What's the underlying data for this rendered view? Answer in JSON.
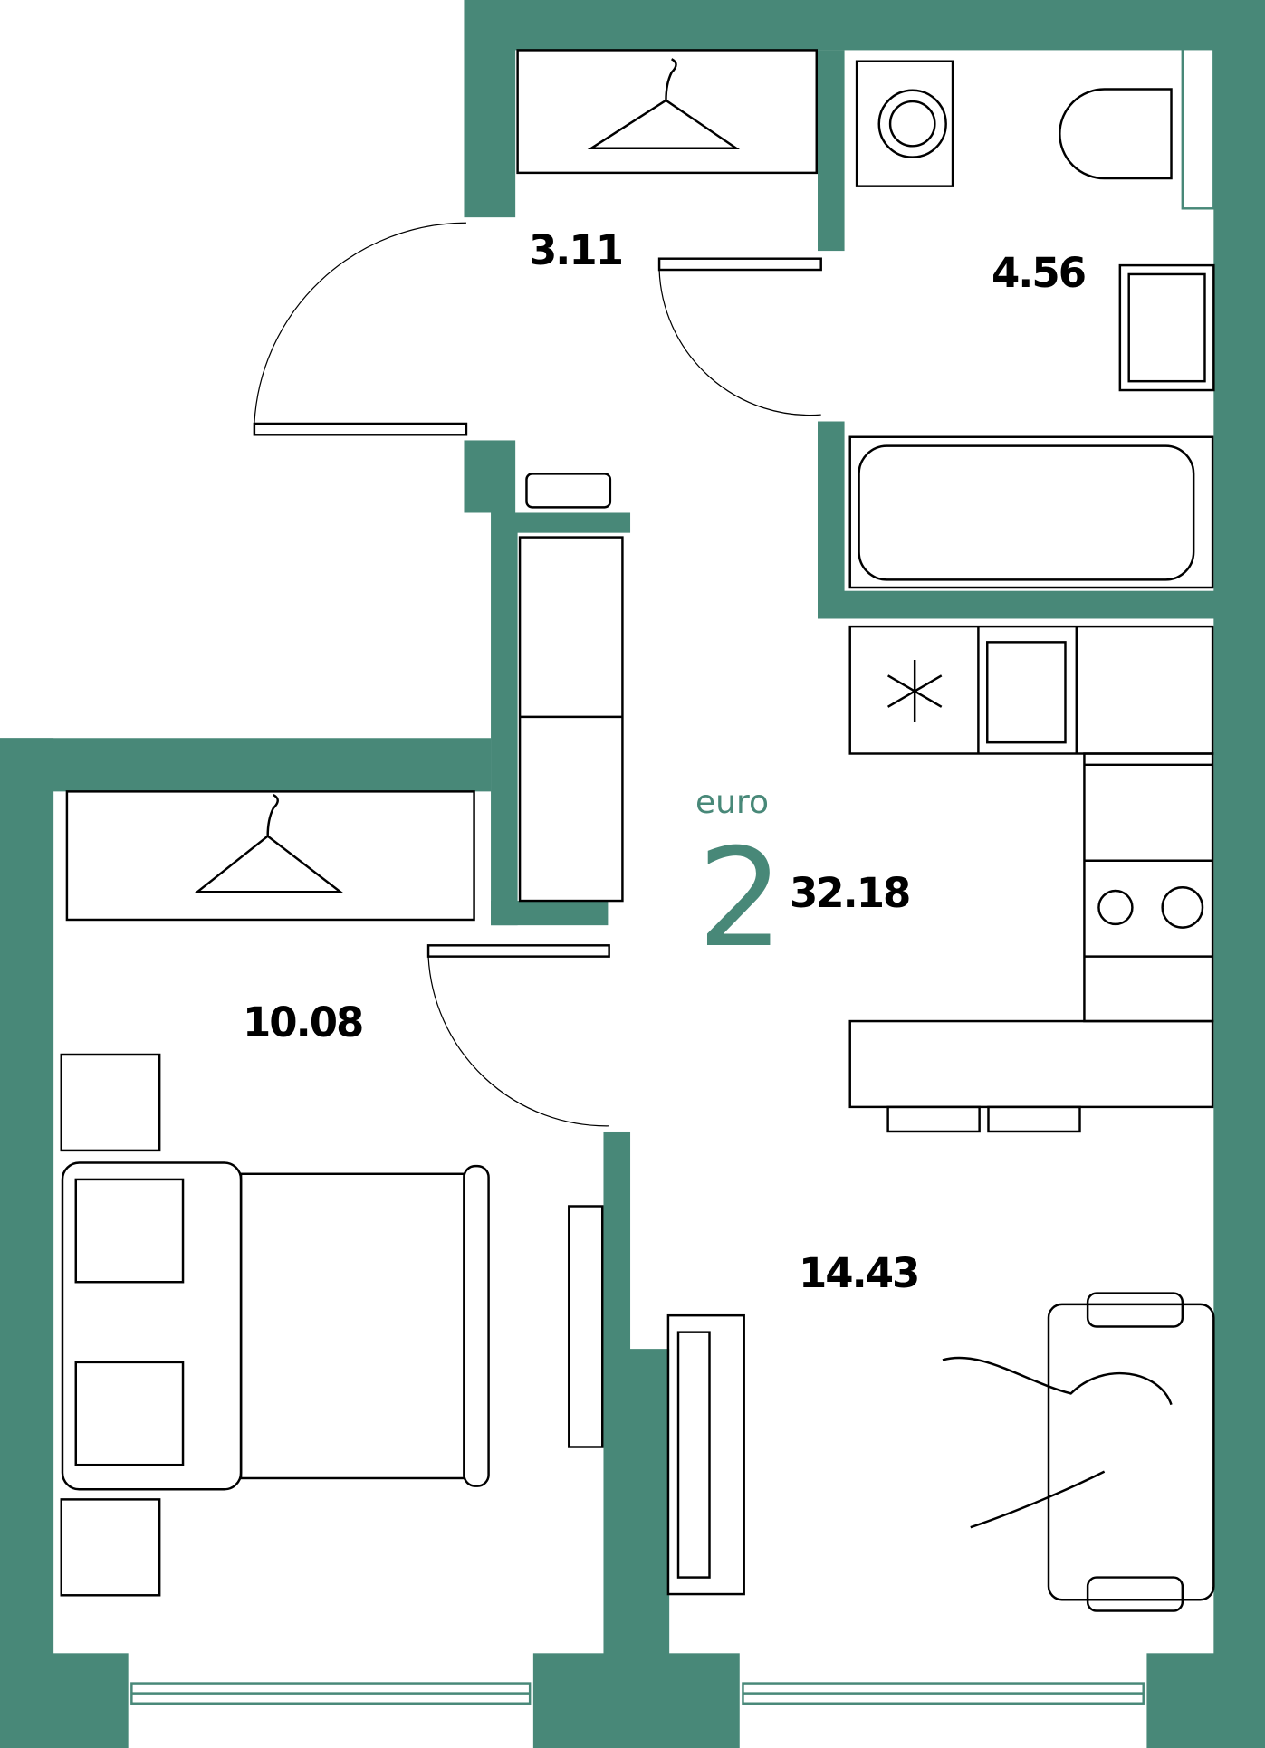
{
  "plan": {
    "type_label": "euro",
    "rooms_count": "2",
    "total_area": "32.18",
    "rooms": [
      {
        "name": "hallway",
        "area": "3.11"
      },
      {
        "name": "bathroom",
        "area": "4.56"
      },
      {
        "name": "bedroom",
        "area": "10.08"
      },
      {
        "name": "living-kitchen",
        "area": "14.43"
      }
    ]
  },
  "colors": {
    "wall": "#488878",
    "line": "#000000"
  }
}
